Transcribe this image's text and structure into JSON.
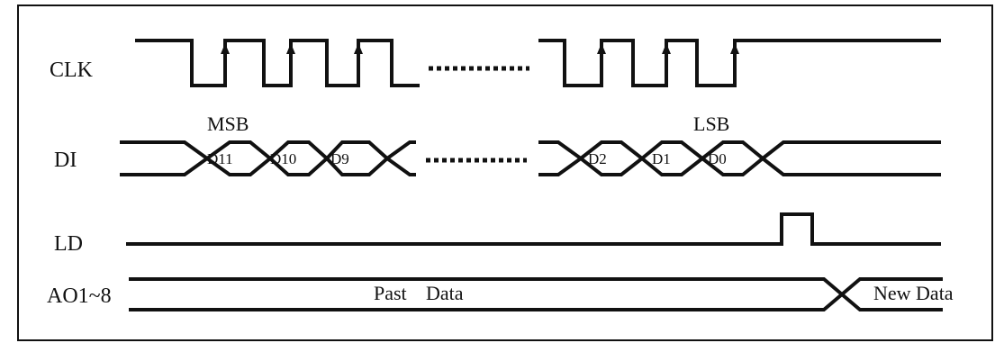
{
  "signals": {
    "clk": "CLK",
    "di": "DI",
    "ld": "LD",
    "ao": "AO1~8"
  },
  "labels": {
    "msb": "MSB",
    "lsb": "LSB",
    "past_data": "Past",
    "past_data_2": "Data",
    "new_data": "New Data"
  },
  "di_bits": {
    "d11": "D11",
    "d10": "D10",
    "d9": "D9",
    "d2": "D2",
    "d1": "D1",
    "d0": "D0"
  },
  "colors": {
    "line": "#111111",
    "border": "#111111",
    "background": "#ffffff"
  }
}
